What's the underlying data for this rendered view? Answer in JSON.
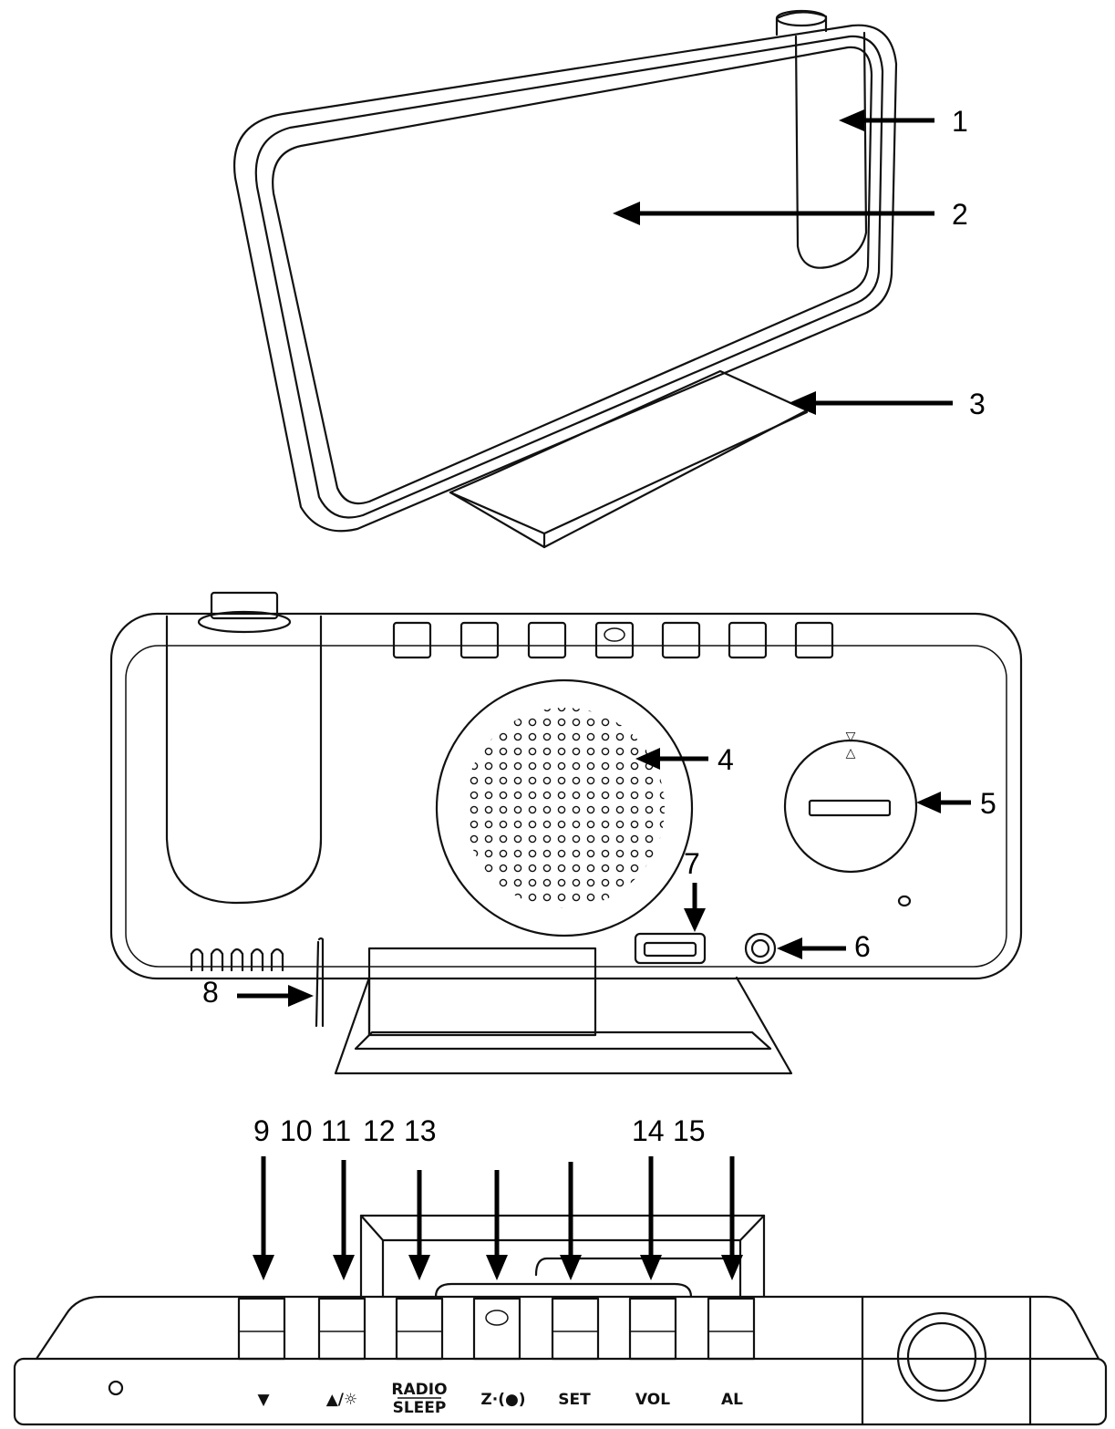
{
  "callouts": {
    "c1": "1",
    "c2": "2",
    "c3": "3",
    "c4": "4",
    "c5": "5",
    "c6": "6",
    "c7": "7",
    "c8": "8",
    "c9": "9",
    "c10": "10",
    "c11": "11",
    "c12": "12",
    "c13": "13",
    "c14": "14",
    "c15": "15"
  },
  "button_labels": {
    "down": "▼",
    "up": "▲/☼",
    "radio": "RADIO",
    "sleep": "SLEEP",
    "snooze": "Z·(●)",
    "set": "SET",
    "vol": "VOL",
    "al": "AL"
  },
  "battery_marks": {
    "open": "▽",
    "close": "△"
  },
  "colors": {
    "line": "#111111",
    "background": "#ffffff"
  }
}
